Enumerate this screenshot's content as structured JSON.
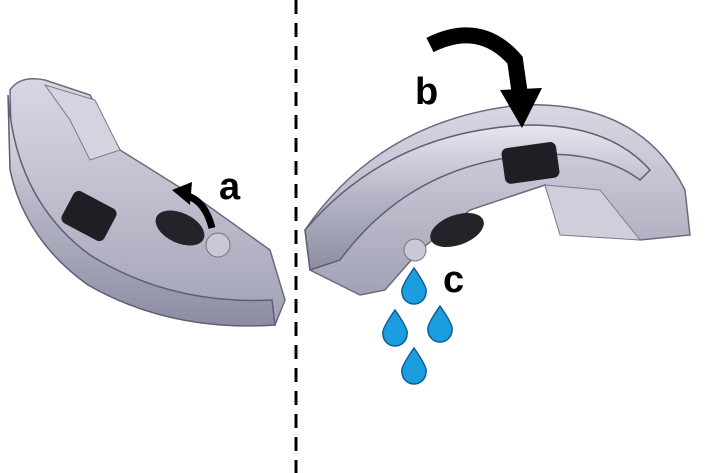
{
  "labels": {
    "a": "a",
    "b": "b",
    "c": "c"
  },
  "colors": {
    "part": "#b9b9c9",
    "part_dark": "#7d7d92",
    "water": "#1b9ee0",
    "ink": "#000000"
  }
}
